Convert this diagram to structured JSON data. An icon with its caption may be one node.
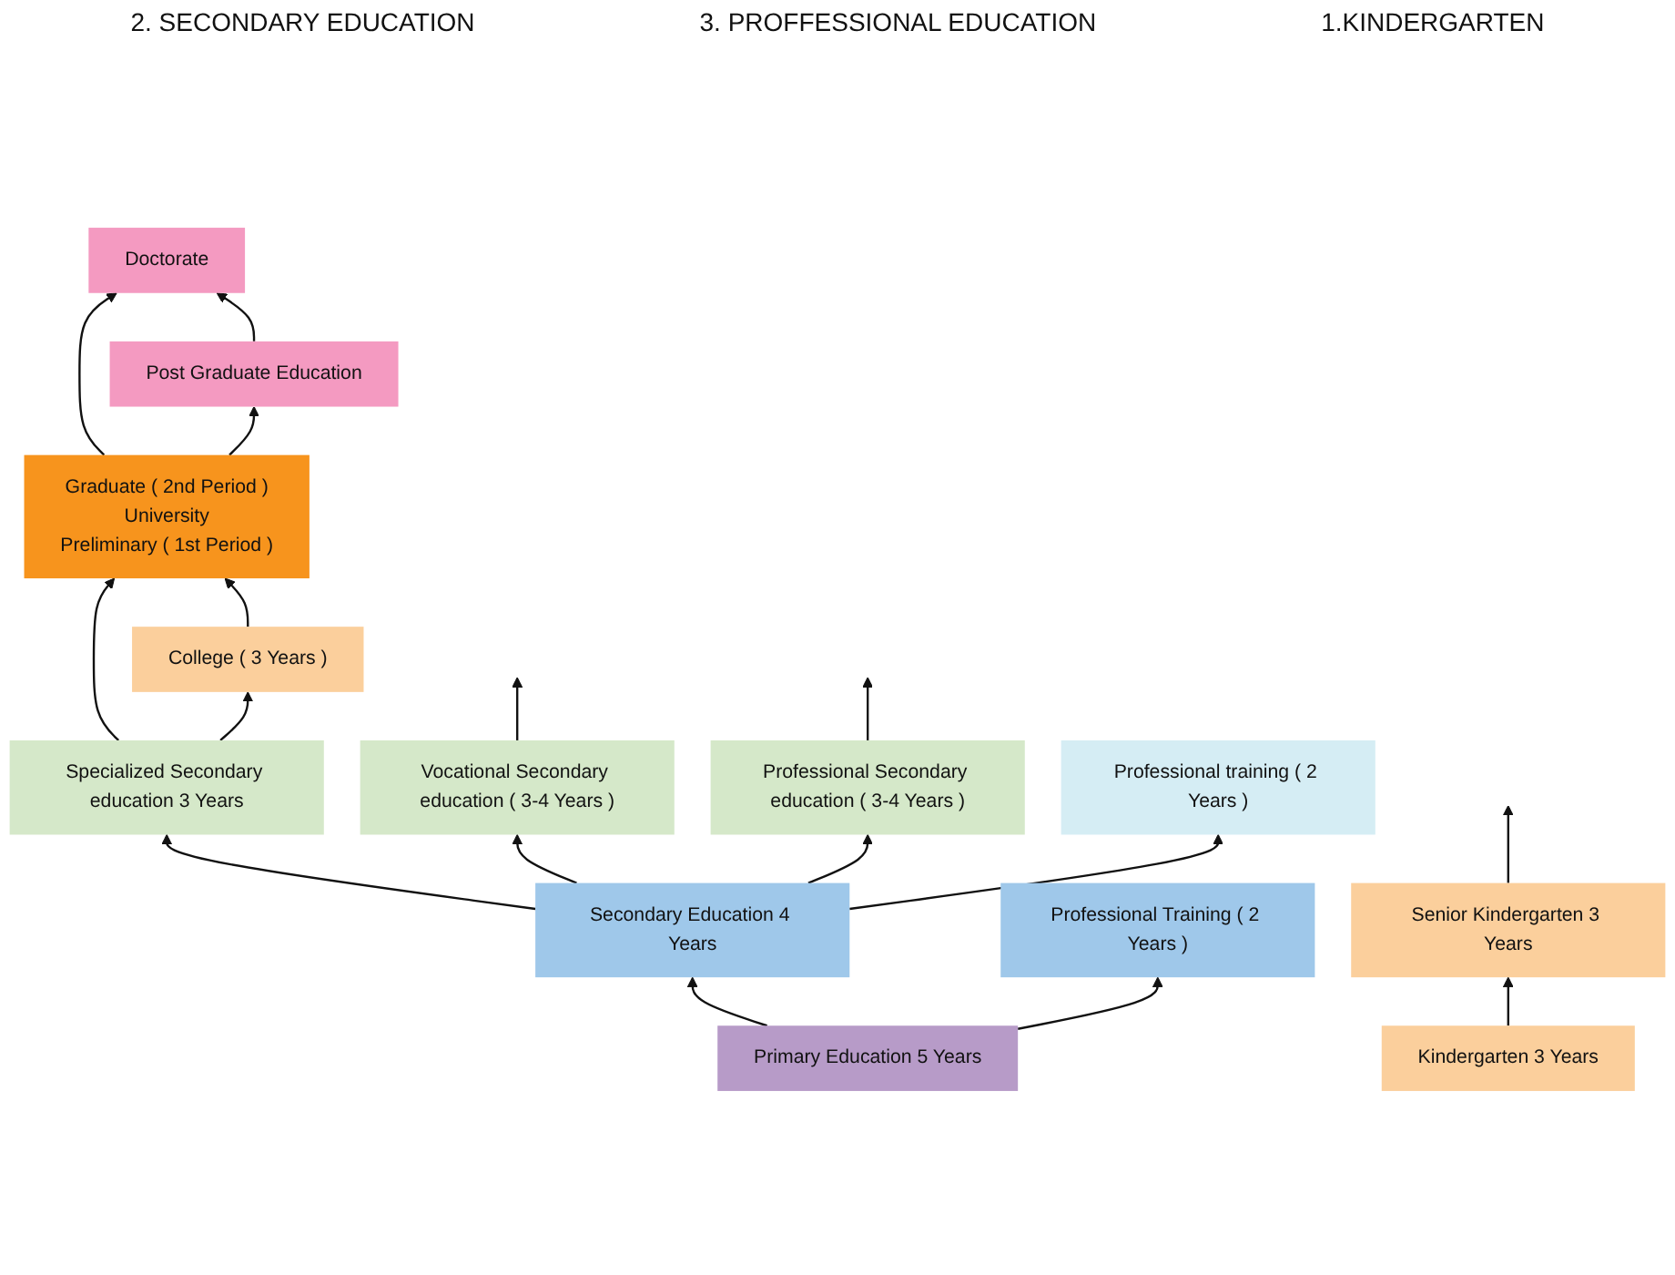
{
  "diagram": {
    "nodes": [
      {
        "text": [
          "Doctorate"
        ]
      },
      {
        "text": [
          "Post Graduate Education"
        ]
      },
      {
        "text": [
          "Graduate ( 2nd Period )",
          "University",
          "Preliminary ( 1st Period )"
        ]
      },
      {
        "text": [
          "College ( 3 Years )"
        ]
      },
      {
        "text": [
          "Specialized Secondary education 3 Years"
        ]
      },
      {
        "text": [
          "Vocational Secondary education ( 3-4 Years )"
        ]
      },
      {
        "text": [
          "Professional Secondary education ( 3-4 Years )"
        ]
      },
      {
        "text": [
          "Professional training ( 2 Years )"
        ]
      },
      {
        "text": [
          "Secondary Education 4 Years"
        ]
      },
      {
        "text": [
          "Professional Training ( 2 Years )"
        ]
      },
      {
        "text": [
          "Primary Education 5 Years"
        ]
      },
      {
        "text": [
          "Senior Kindergarten 3 Years"
        ]
      },
      {
        "text": [
          "Kindergarten 3 Years"
        ]
      }
    ],
    "edges": [
      {
        "from": 1,
        "to": 0,
        "arrow": "to"
      },
      {
        "from": 2,
        "to": 0,
        "arrow": "to"
      },
      {
        "from": 2,
        "to": 1,
        "arrow": "to"
      },
      {
        "from": 3,
        "to": 2,
        "arrow": "to"
      },
      {
        "from": 4,
        "to": 2,
        "arrow": "to"
      },
      {
        "from": 4,
        "to": 3,
        "arrow": "to"
      },
      {
        "from": 5,
        "to": null,
        "arrow": "to"
      },
      {
        "from": 6,
        "to": null,
        "arrow": "to"
      },
      {
        "from": 8,
        "to": 4,
        "arrow": "to"
      },
      {
        "from": 8,
        "to": 5,
        "arrow": "to"
      },
      {
        "from": 8,
        "to": 6,
        "arrow": "to"
      },
      {
        "from": 8,
        "to": 7,
        "arrow": "to"
      },
      {
        "from": 10,
        "to": 8,
        "arrow": "to"
      },
      {
        "from": 10,
        "to": 9,
        "arrow": "to"
      },
      {
        "from": 11,
        "to": null,
        "arrow": "to"
      },
      {
        "from": 12,
        "to": 11,
        "arrow": "to"
      }
    ],
    "labels": [
      "2. SECONDARY EDUCATION",
      "3. PROFFESSIONAL EDUCATION",
      "1.KINDERGARTEN"
    ]
  }
}
